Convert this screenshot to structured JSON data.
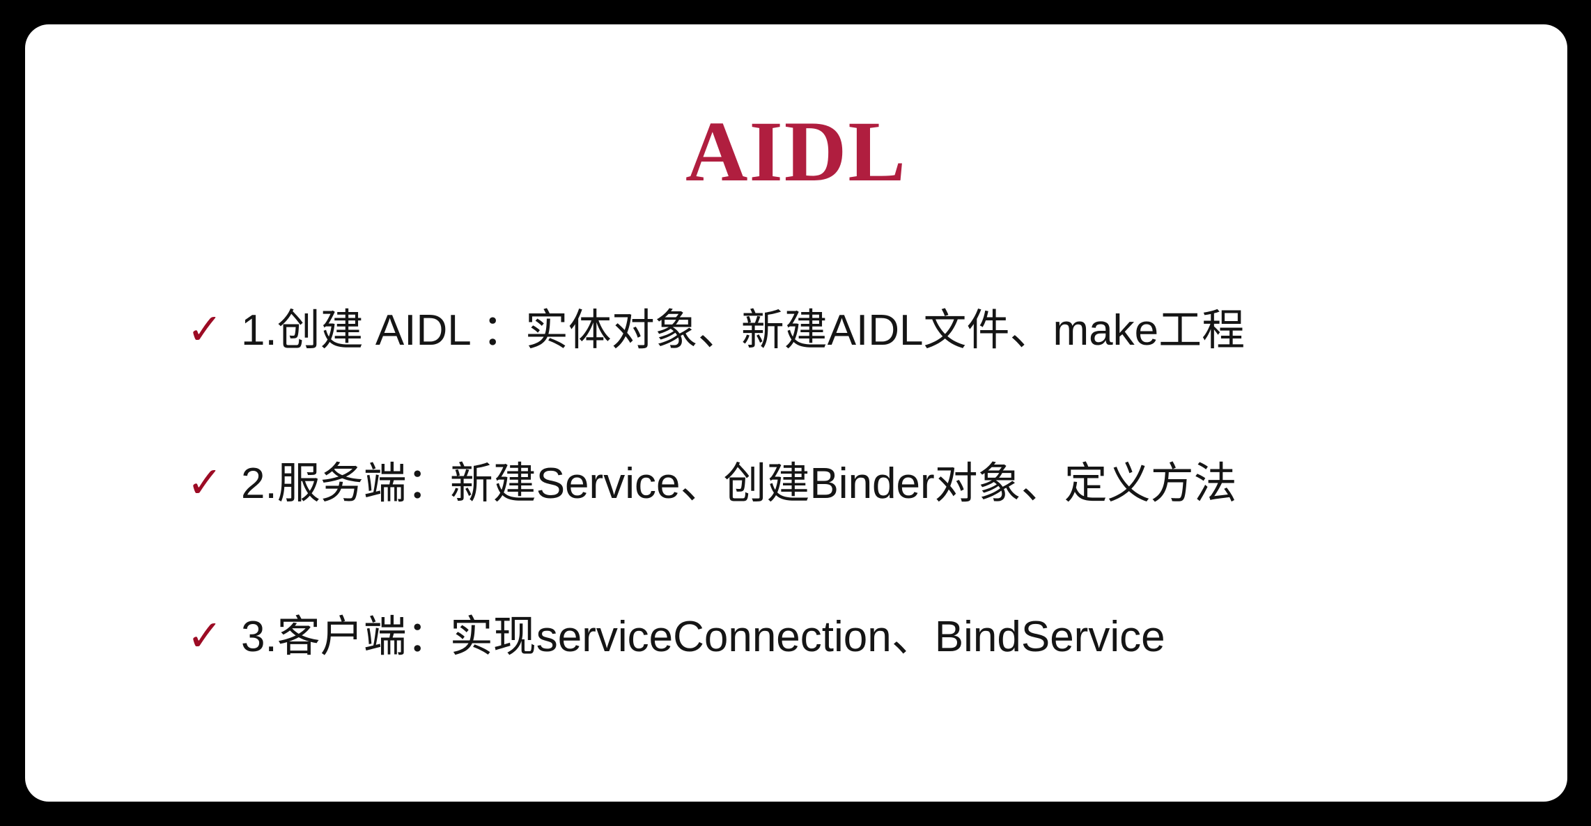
{
  "slide": {
    "title": "AIDL",
    "title_color": "#b01e3f",
    "background_color": "#000000",
    "card_color": "#ffffff",
    "body_text_color": "#151515",
    "bullet_marker_color": "#9c0b24",
    "bullets": [
      {
        "marker": "check-mark",
        "marker_glyph": "✓",
        "text": "1.创建 AIDL ：实体对象、新建AIDL文件、make工程"
      },
      {
        "marker": "check-mark",
        "marker_glyph": "✓",
        "text": "2.服务端：新建Service、创建Binder对象、定义方法"
      },
      {
        "marker": "check-mark",
        "marker_glyph": "✓",
        "text": "3.客户端：实现serviceConnection、BindService"
      }
    ]
  }
}
